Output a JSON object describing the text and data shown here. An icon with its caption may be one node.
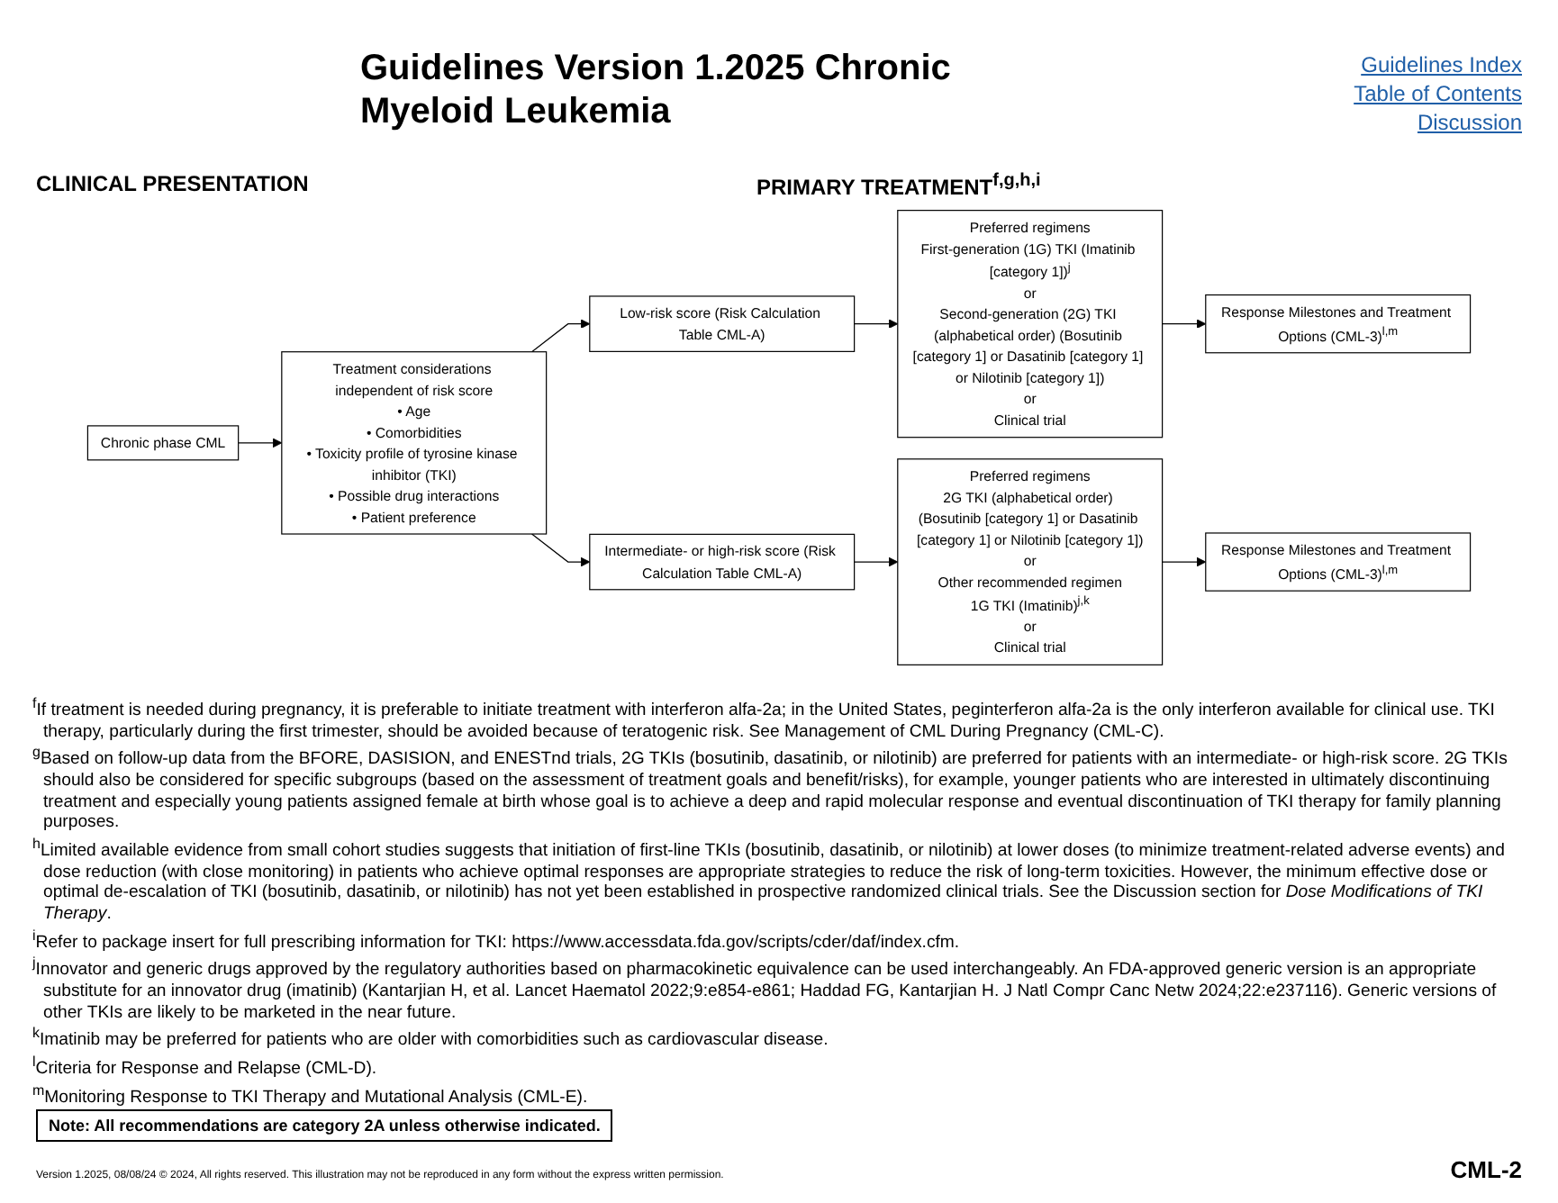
{
  "diagram": {
    "title": "Guidelines Version 1.2025 Chronic Myeloid Leukemia",
    "nodes": [
      {
        "text": [
          "Chronic phase CML"
        ]
      },
      {
        "text": [
          "Treatment considerations independent of risk score",
          "• Age",
          "• Comorbidities",
          "• Toxicity profile of tyrosine kinase inhibitor (TKI)",
          "• Possible drug interactions",
          "• Patient preference"
        ]
      },
      {
        "text": [
          "Low-risk score (Risk Calculation Table CML-A)"
        ]
      },
      {
        "text": [
          "Intermediate- or high-risk score (Risk Calculation Table CML-A)"
        ]
      },
      {
        "text": [
          "Preferred regimens",
          "First-generation (1G) TKI (Imatinib [category 1])$^{j}$",
          "or",
          "Second-generation (2G) TKI (alphabetical order) (Bosutinib [category 1] or Dasatinib [category 1] or Nilotinib [category 1])",
          "or",
          "Clinical trial"
        ]
      },
      {
        "text": [
          "Response Milestones and Treatment Options (CML-3)$^{l,m}$"
        ]
      },
      {
        "text": [
          "Preferred regimens",
          "2G TKI (alphabetical order) (Bosutinib [category 1] or Dasatinib [category 1] or Nilotinib [category 1])",
          "or",
          "Other recommended regimen",
          "1G TKI (Imatinib)$^{j,k}$",
          "or",
          "Clinical trial"
        ]
      },
      {
        "text": [
          "Response Milestones and Treatment Options (CML-3)$^{l,m}$"
        ]
      }
    ],
    "edges": [
      {
        "from": 0,
        "to": 1,
        "arrow": "to"
      },
      {
        "from": 1,
        "to": 2,
        "arrow": "to"
      },
      {
        "from": 1,
        "to": 3,
        "arrow": "to"
      },
      {
        "from": 2,
        "to": 4,
        "arrow": "to"
      },
      {
        "from": 3,
        "to": 6,
        "arrow": "to"
      },
      {
        "from": 4,
        "to": 5,
        "arrow": "to"
      },
      {
        "from": 6,
        "to": 7,
        "arrow": "to"
      }
    ],
    "labels": [
      "Guidelines Index",
      "Table of Contents",
      "Discussion",
      "CLINICAL PRESENTATION",
      "PRIMARY TREATMENT$^{f,g,h,i}$",
      "$^{f}$If treatment is needed during pregnancy, it is preferable to initiate treatment with interferon alfa-2a; in the United States, peginterferon alfa-2a is the only interferon available for clinical use. TKI therapy, particularly during the first trimester, should be avoided because of teratogenic risk. See Management of CML During Pregnancy (CML-C).",
      "$^{g}$Based on follow-up data from the BFORE, DASISION, and ENESTnd trials, 2G TKIs (bosutinib, dasatinib, or nilotinib) are preferred for patients with an intermediate- or high-risk score. 2G TKIs should also be considered for specific subgroups (based on the assessment of treatment goals and benefit/risks), for example, younger patients who are interested in ultimately discontinuing treatment and especially young patients assigned female at birth whose goal is to achieve a deep and rapid molecular response and eventual discontinuation of TKI therapy for family planning purposes.",
      "$^{h}$Limited available evidence from small cohort studies suggests that initiation of first-line TKIs (bosutinib, dasatinib, or nilotinib) at lower doses (to minimize treatment-related adverse events) and dose reduction (with close monitoring) in patients who achieve optimal responses are appropriate strategies to reduce the risk of long-term toxicities. However, the minimum effective dose or optimal de-escalation of TKI (bosutinib, dasatinib, or nilotinib) has not yet been established in prospective randomized clinical trials. See the Discussion section for *Dose Modifications of TKI Therapy*.",
      "$^{i}$Refer to package insert for full prescribing information for TKI: https://www.accessdata.fda.gov/scripts/cder/daf/index.cfm.",
      "$^{j}$Innovator and generic drugs approved by the regulatory authorities based on pharmacokinetic equivalence can be used interchangeably. An FDA-approved generic version is an appropriate substitute for an innovator drug (imatinib) (Kantarjian H, et al. Lancet Haematol 2022;9:e854-e861; Haddad FG, Kantarjian H. J Natl Compr Canc Netw 2024;22:e237116). Generic versions of other TKIs are likely to be marketed in the near future.",
      "$^{k}$Imatinib may be preferred for patients who are older with comorbidities such as cardiovascular disease.",
      "$^{l}$Criteria for Response and Relapse (CML-D).",
      "$^{m}$Monitoring Response to TKI Therapy and Mutational Analysis (CML-E).",
      "Note: All recommendations are category 2A unless otherwise indicated.",
      "Version 1.2025, 08/08/24 © 2024, All rights reserved. This illustration may not be reproduced in any form without the express written permission.",
      "CML-2"
    ]
  }
}
